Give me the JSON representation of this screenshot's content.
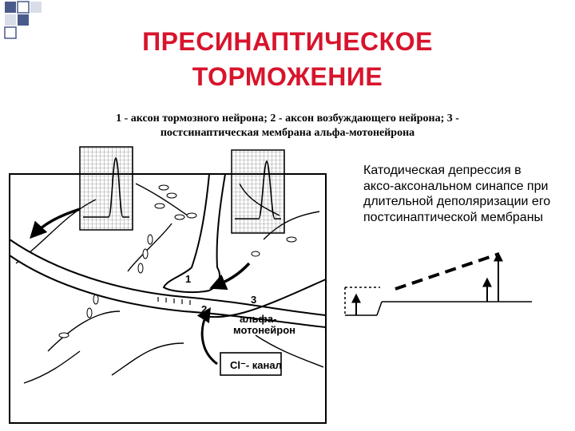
{
  "title": {
    "line1": "ПРЕСИНАПТИЧЕСКОЕ",
    "line2": "ТОРМОЖЕНИЕ"
  },
  "caption": {
    "line1": "1 - аксон тормозного нейрона;  2 - аксон возбуждающего нейрона; 3 -",
    "line2": "постсинаптическая мембрана альфа-мотонейрона"
  },
  "labels": {
    "n1": "1",
    "n2": "2",
    "n3": "3",
    "motoneuron_line1": "альфа-",
    "motoneuron_line2": "мотонейрон",
    "cl_channel": "Cl⁻- канал"
  },
  "side_text": "Катодическая депрессия в аксо-аксональном синапсе при длительной деполяризации его постсинаптической мембраны",
  "colors": {
    "title": "#d8142c",
    "ink": "#000000",
    "corner_blue": "#4a5a8a"
  }
}
